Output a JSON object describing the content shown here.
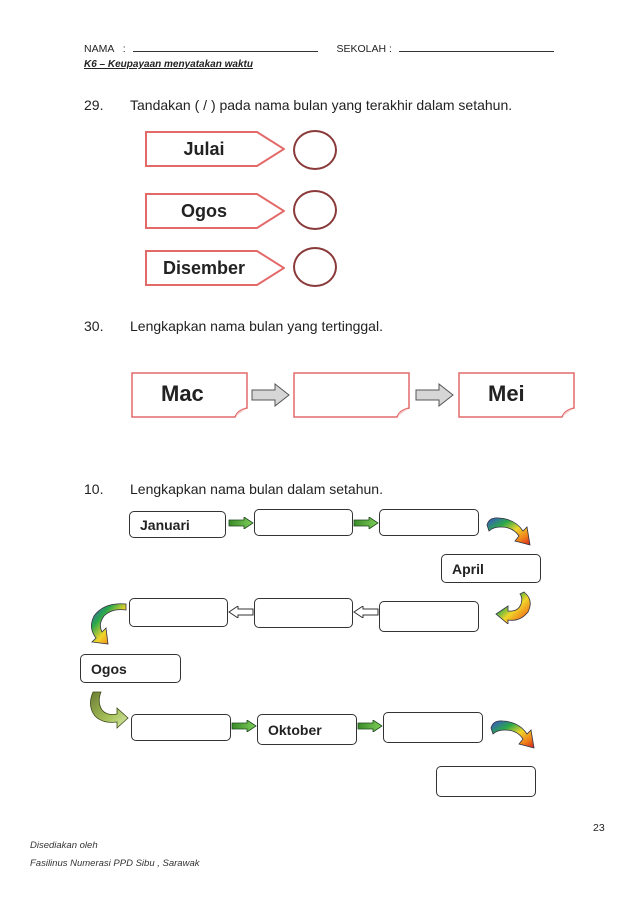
{
  "header": {
    "nama_label": "NAMA",
    "colon": ":",
    "sekolah_label": "SEKOLAH :",
    "subtitle": "K6 – Keupayaan menyatakan waktu"
  },
  "q29": {
    "number": "29.",
    "text": "Tandakan ( / ) pada nama bulan yang terakhir dalam setahun.",
    "options": [
      "Julai",
      "Ogos",
      "Disember"
    ]
  },
  "q30": {
    "number": "30.",
    "text": "Lengkapkan nama bulan yang tertinggal.",
    "boxes": [
      "Mac",
      "",
      "Mei"
    ]
  },
  "q10": {
    "number": "10.",
    "text": "Lengkapkan nama bulan dalam setahun.",
    "months": [
      "Januari",
      "",
      "",
      "April",
      "",
      "",
      "",
      "Ogos",
      "",
      "Oktober",
      "",
      ""
    ]
  },
  "footer": {
    "line1": "Disediakan oleh",
    "line2": "Fasilinus Numerasi PPD Sibu , Sarawak",
    "page_number": "23"
  }
}
